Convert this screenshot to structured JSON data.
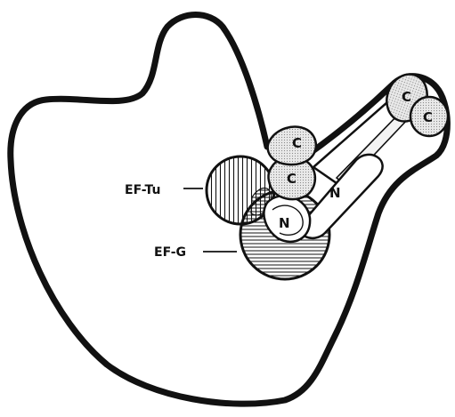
{
  "labels": {
    "ef_tu": "EF-Tu",
    "ef_g": "EF-G"
  },
  "domains": {
    "c_top_right_1": "C",
    "c_top_right_2": "C",
    "c_upper": "C",
    "c_middle": "C",
    "n_long": "N",
    "n_lower": "N"
  },
  "colors": {
    "outline": "#111111",
    "domain_fill": "#d9d9d9",
    "background": "#ffffff"
  }
}
